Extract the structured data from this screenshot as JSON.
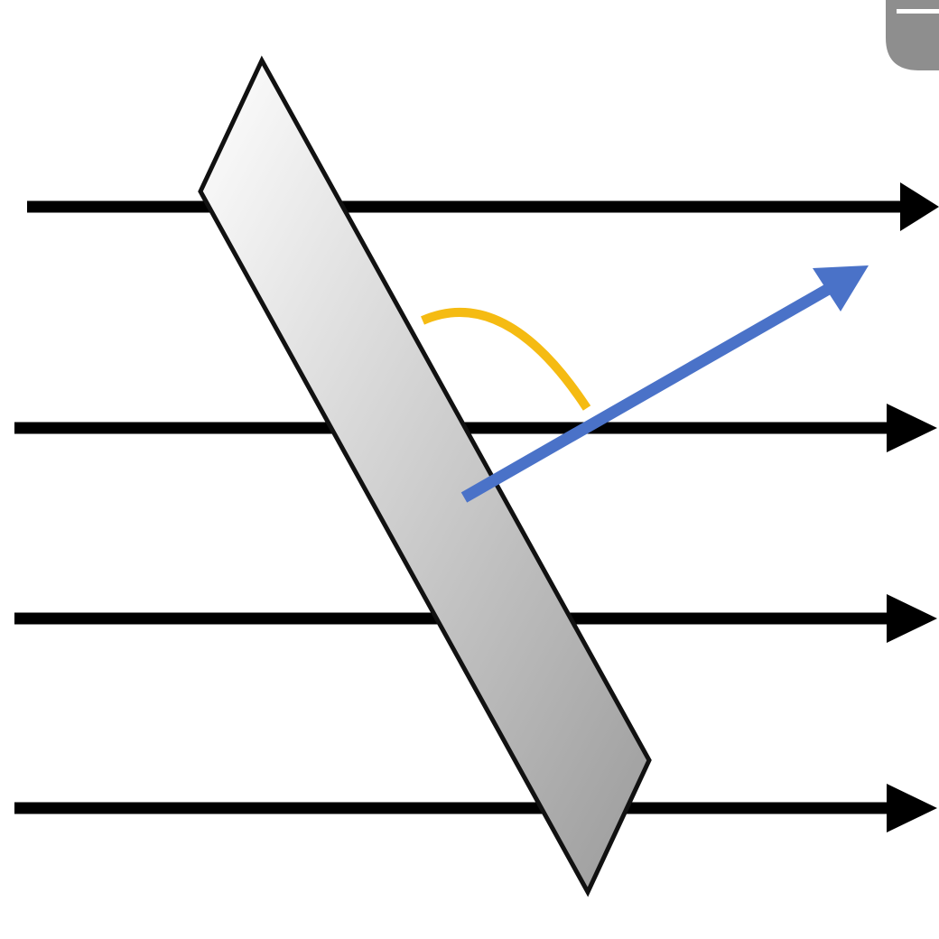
{
  "diagram": {
    "background_color": "#ffffff",
    "field_lines": {
      "count": 4,
      "color": "#000000",
      "direction": "right"
    },
    "surface": {
      "shape": "parallelogram plate",
      "fill_gradient": [
        "#ffffff",
        "#9b9b9b"
      ],
      "stroke_color": "#111111"
    },
    "normal_vector": {
      "color": "#4a72c8",
      "direction": "up-right"
    },
    "angle_arc": {
      "color": "#f5bb12"
    },
    "corner_badge": {
      "color": "#8e8e8e",
      "icon": "bookmark-icon"
    }
  }
}
